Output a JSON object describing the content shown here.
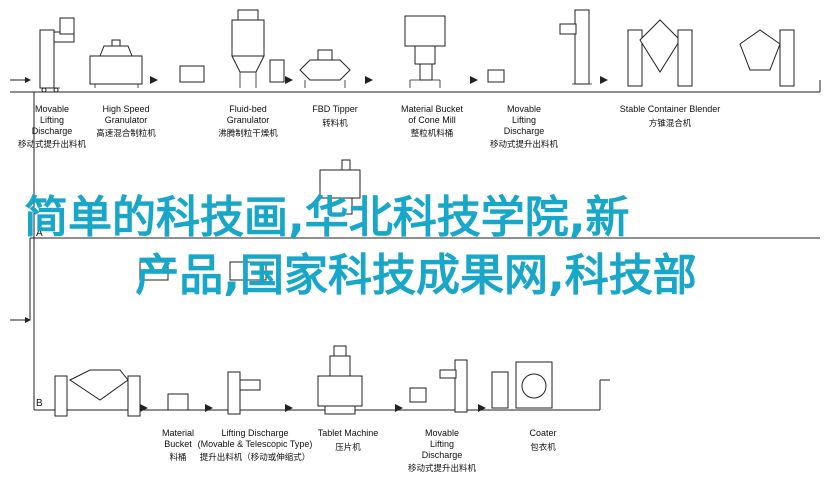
{
  "overlay": {
    "line1": "简单的科技画,华北科技学院,新",
    "line2": "产品,国家科技成果网,科技部"
  },
  "markers": {
    "a": "A",
    "b": "B"
  },
  "row1": [
    {
      "en1": "Movable",
      "en2": "Lifting",
      "en3": "Discharge",
      "cn": "移动式提升出料机"
    },
    {
      "en1": "High Speed",
      "en2": "Granulator",
      "en3": "",
      "cn": "高速混合制粒机"
    },
    {
      "en1": "Fluid-bed",
      "en2": "Granulator",
      "en3": "",
      "cn": "沸腾制粒干燥机"
    },
    {
      "en1": "FBD Tipper",
      "en2": "",
      "en3": "",
      "cn": "转料机"
    },
    {
      "en1": "Material Bucket",
      "en2": "of Cone Mill",
      "en3": "",
      "cn": "整粒机料桶"
    },
    {
      "en1": "Movable",
      "en2": "Lifting",
      "en3": "Discharge",
      "cn": "移动式提升出料机"
    },
    {
      "en1": "Stable Container Blender",
      "en2": "",
      "en3": "",
      "cn": "方锥混合机"
    }
  ],
  "row2": [
    {
      "en1": "Material",
      "en2": "Bucket",
      "en3": "",
      "cn": "料桶"
    },
    {
      "en1": "Lifting Discharge",
      "en2": "(Movable & Telescopic Type)",
      "en3": "",
      "cn": "提升出料机（移动或伸缩式）"
    },
    {
      "en1": "Tablet Machine",
      "en2": "",
      "en3": "",
      "cn": "压片机"
    },
    {
      "en1": "Movable",
      "en2": "Lifting",
      "en3": "Discharge",
      "cn": "移动式提升出料机"
    },
    {
      "en1": "Coater",
      "en2": "",
      "en3": "",
      "cn": "包衣机"
    }
  ]
}
